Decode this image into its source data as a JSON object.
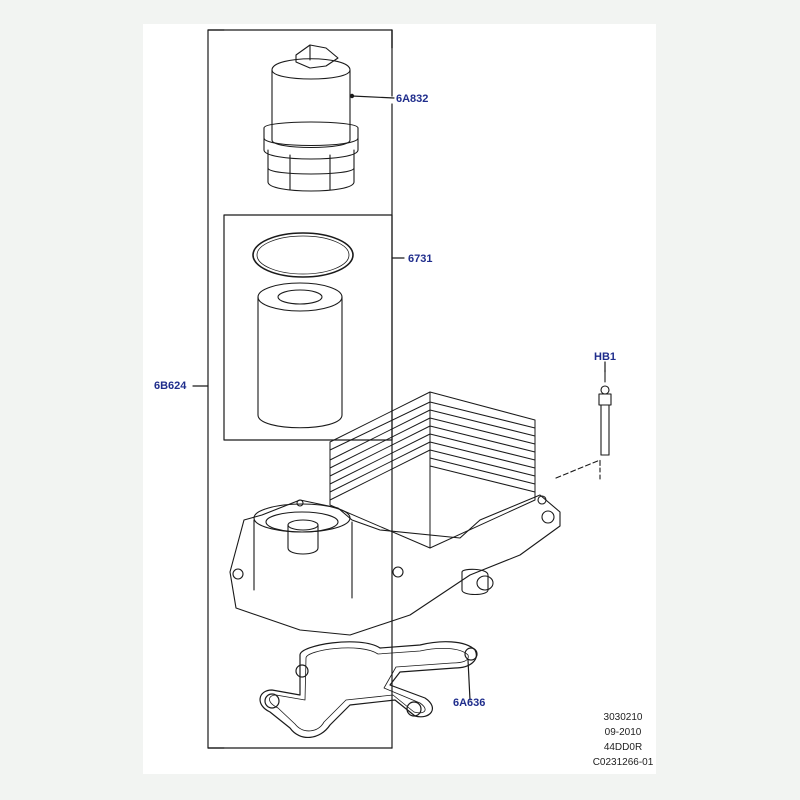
{
  "colors": {
    "callout_text": "#1f2d8c",
    "line": "#1a1a1a",
    "background": "#ffffff",
    "outer_background": "#f2f4f2"
  },
  "callouts": {
    "cap": "6A832",
    "element_and_oring": "6731",
    "housing_assembly": "6B624",
    "bolt": "HB1",
    "gasket": "6A636"
  },
  "reference": {
    "line1": "3030210",
    "line2": "09-2010",
    "line3": "44DD0R",
    "line4": "C0231266-01"
  }
}
